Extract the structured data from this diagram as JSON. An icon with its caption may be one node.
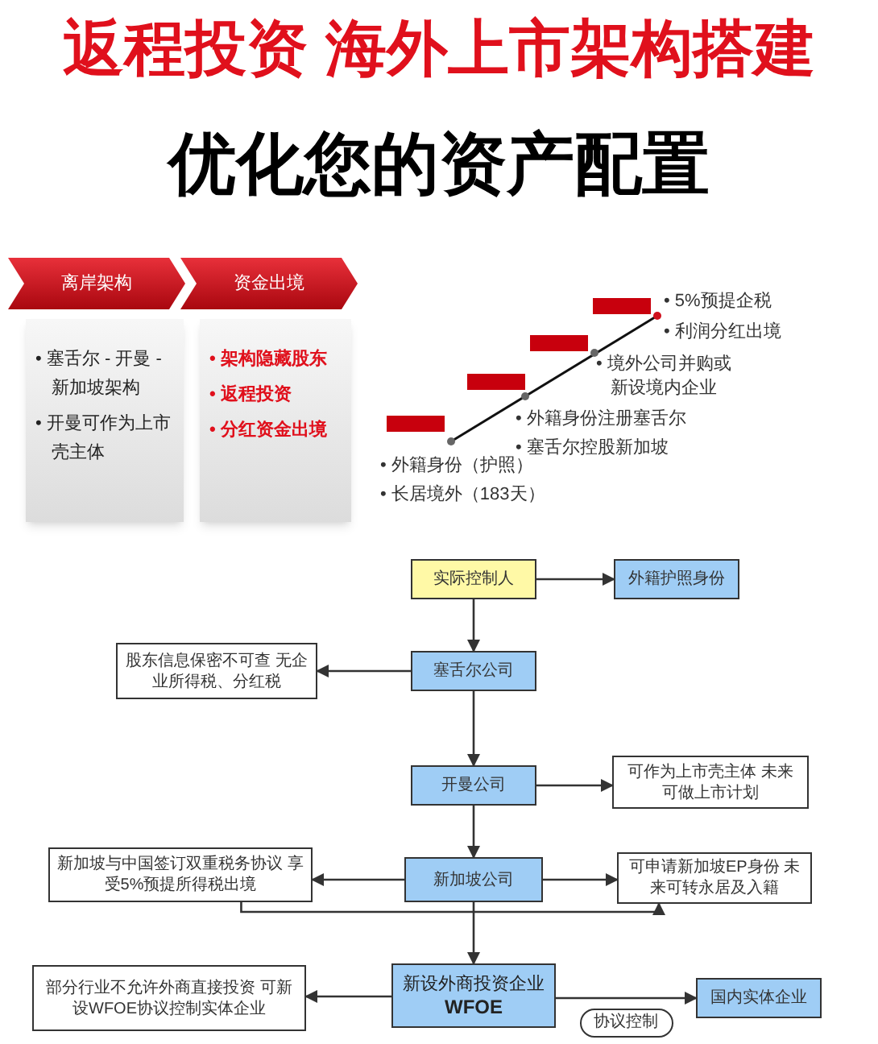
{
  "diagram": {
    "title": "返程投资 海外上市架构搭建",
    "nodes": [
      {
        "text": [
          "离岸架构"
        ]
      },
      {
        "text": [
          "• 塞舌尔 - 开曼 - 新加坡架构",
          "• 开曼可作为上市壳主体"
        ]
      },
      {
        "text": [
          "资金出境"
        ]
      },
      {
        "text": [
          "• 架构隐藏股东",
          "• 返程投资",
          "• 分红资金出境"
        ]
      },
      {
        "text": [
          "实际控制人"
        ]
      },
      {
        "text": [
          "外籍护照身份"
        ]
      },
      {
        "text": [
          "塞舌尔公司"
        ]
      },
      {
        "text": [
          "股东信息保密不可查 无企业所得税、分红税"
        ]
      },
      {
        "text": [
          "开曼公司"
        ]
      },
      {
        "text": [
          "可作为上市壳主体 未来可做上市计划"
        ]
      },
      {
        "text": [
          "新加坡公司"
        ]
      },
      {
        "text": [
          "新加坡与中国签订双重税务协议 享受5%预提所得税出境"
        ]
      },
      {
        "text": [
          "可申请新加坡EP身份 未来可转永居及入籍"
        ]
      },
      {
        "text": [
          "新设外商投资企业",
          "WFOE"
        ]
      },
      {
        "text": [
          "部分行业不允许外商直接投资 可新设WFOE协议控制实体企业"
        ]
      },
      {
        "text": [
          "国内实体企业"
        ]
      }
    ],
    "edges": [
      {
        "from": 4,
        "to": 5,
        "arrow": "to"
      },
      {
        "from": 4,
        "to": 6,
        "arrow": "to"
      },
      {
        "from": 6,
        "to": 7,
        "arrow": "to"
      },
      {
        "from": 6,
        "to": 8,
        "arrow": "to"
      },
      {
        "from": 8,
        "to": 9,
        "arrow": "to"
      },
      {
        "from": 8,
        "to": 10,
        "arrow": "to"
      },
      {
        "from": 10,
        "to": 11,
        "arrow": "to"
      },
      {
        "from": 10,
        "to": 12,
        "arrow": "to"
      },
      {
        "from": 10,
        "to": 13,
        "arrow": "to"
      },
      {
        "from": 13,
        "to": 14,
        "arrow": "to"
      },
      {
        "from": 13,
        "to": 15,
        "arrow": "to",
        "label": "协议控制"
      },
      {
        "from": 11,
        "to": 12,
        "arrow": "to"
      }
    ],
    "labels": [
      "优化您的资产配置",
      "• 5%预提企税",
      "• 利润分红出境",
      "• 境外公司并购或新设境内企业",
      "• 外籍身份注册塞舌尔",
      "• 塞舌尔控股新加坡",
      "• 外籍身份（护照）",
      "• 长居境外（183天）"
    ]
  }
}
